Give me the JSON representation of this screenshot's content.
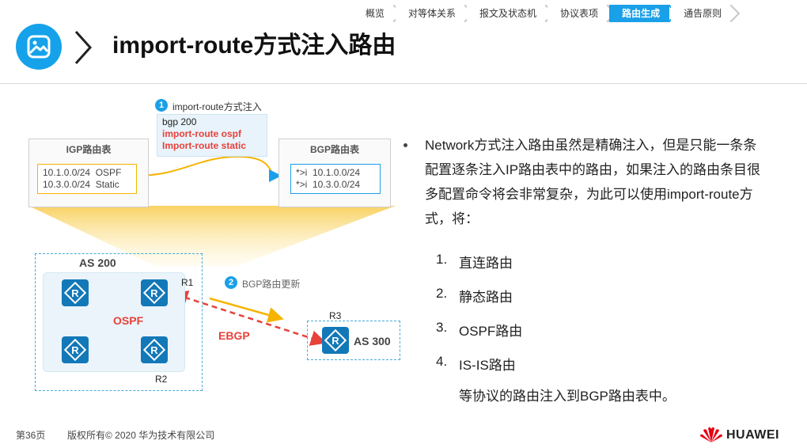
{
  "nav": {
    "items": [
      {
        "label": "概览",
        "active": false
      },
      {
        "label": "对等体关系",
        "active": false
      },
      {
        "label": "报文及状态机",
        "active": false
      },
      {
        "label": "协议表项",
        "active": false
      },
      {
        "label": "路由生成",
        "active": true
      },
      {
        "label": "通告原则",
        "active": false
      }
    ]
  },
  "header": {
    "title": "import-route方式注入路由"
  },
  "diagram": {
    "step1": {
      "number": "1",
      "label": "import-route方式注入"
    },
    "step2": {
      "number": "2",
      "label": "BGP路由更新"
    },
    "config_lines": [
      "bgp 200",
      "import-route ospf",
      "Import-route static"
    ],
    "igp_table": {
      "title": "IGP路由表",
      "entries": "10.1.0.0/24  OSPF\n10.3.0.0/24  Static"
    },
    "bgp_table": {
      "title": "BGP路由表",
      "entries": "*>i  10.1.0.0/24\n*>i  10.3.0.0/24"
    },
    "as200": {
      "label": "AS 200",
      "protocol": "OSPF"
    },
    "as300": {
      "label": "AS 300"
    },
    "routers": {
      "r1": "R1",
      "r2": "R2",
      "r3": "R3"
    },
    "ebgp": "EBGP"
  },
  "content": {
    "bullet": "Network方式注入路由虽然是精确注入，但是只能一条条配置逐条注入IP路由表中的路由，如果注入的路由条目很多配置命令将会非常复杂，为此可以使用import-route方式，将：",
    "list": [
      {
        "num": "1.",
        "text": "直连路由"
      },
      {
        "num": "2.",
        "text": "静态路由"
      },
      {
        "num": "3.",
        "text": "OSPF路由"
      },
      {
        "num": "4.",
        "text": "IS-IS路由"
      }
    ],
    "summary": "等协议的路由注入到BGP路由表中。"
  },
  "footer": {
    "page": "第36页",
    "copyright": "版权所有© 2020 华为技术有限公司",
    "brand": "HUAWEI"
  },
  "colors": {
    "accent": "#1aa0e8",
    "red": "#e8413a",
    "router": "#1378b8",
    "highlight": "#f5b400"
  }
}
